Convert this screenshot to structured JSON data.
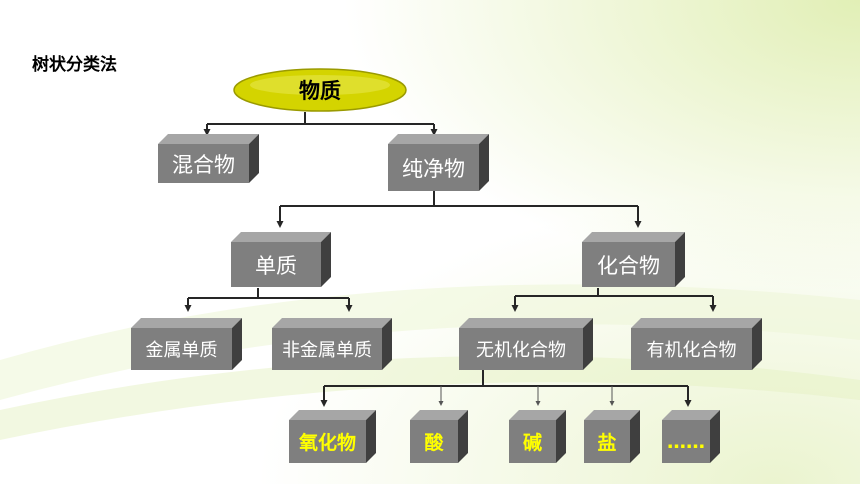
{
  "title": "树状分类法",
  "nodes": {
    "root": "物质",
    "mixture": "混合物",
    "pure": "纯净物",
    "elemental": "单质",
    "compound": "化合物",
    "metal": "金属单质",
    "nonmetal": "非金属单质",
    "inorganic": "无机化合物",
    "organic": "有机化合物",
    "oxide": "氧化物",
    "acid": "酸",
    "base": "碱",
    "salt": "盐",
    "more": "……"
  },
  "colors": {
    "root_fill": "#d4d400",
    "box_front": "#7f7f7f",
    "box_top": "#a6a6a6",
    "box_side": "#3f3f3f",
    "box_text": "#ffffff",
    "leaf_text": "#ffff00",
    "connector": "#262626",
    "background_accent": "#c9e27a"
  }
}
